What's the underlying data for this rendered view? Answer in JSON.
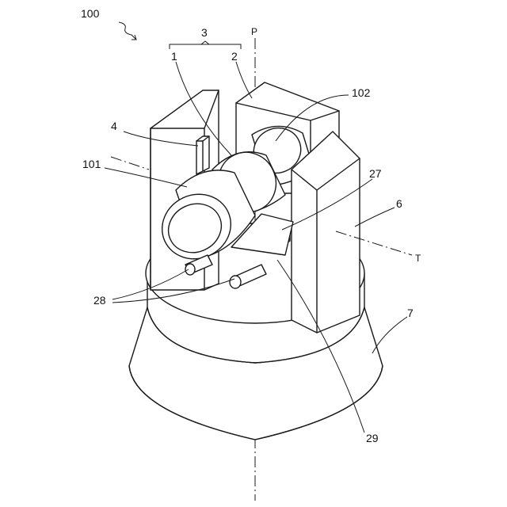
{
  "figure": {
    "labels": {
      "assembly": "100",
      "group": "3",
      "part1": "1",
      "part2": "2",
      "axis_p": "P",
      "part102": "102",
      "part4": "4",
      "part101": "101",
      "part27": "27",
      "part6": "6",
      "axis_t": "T",
      "part28": "28",
      "part7": "7",
      "part29": "29"
    }
  }
}
